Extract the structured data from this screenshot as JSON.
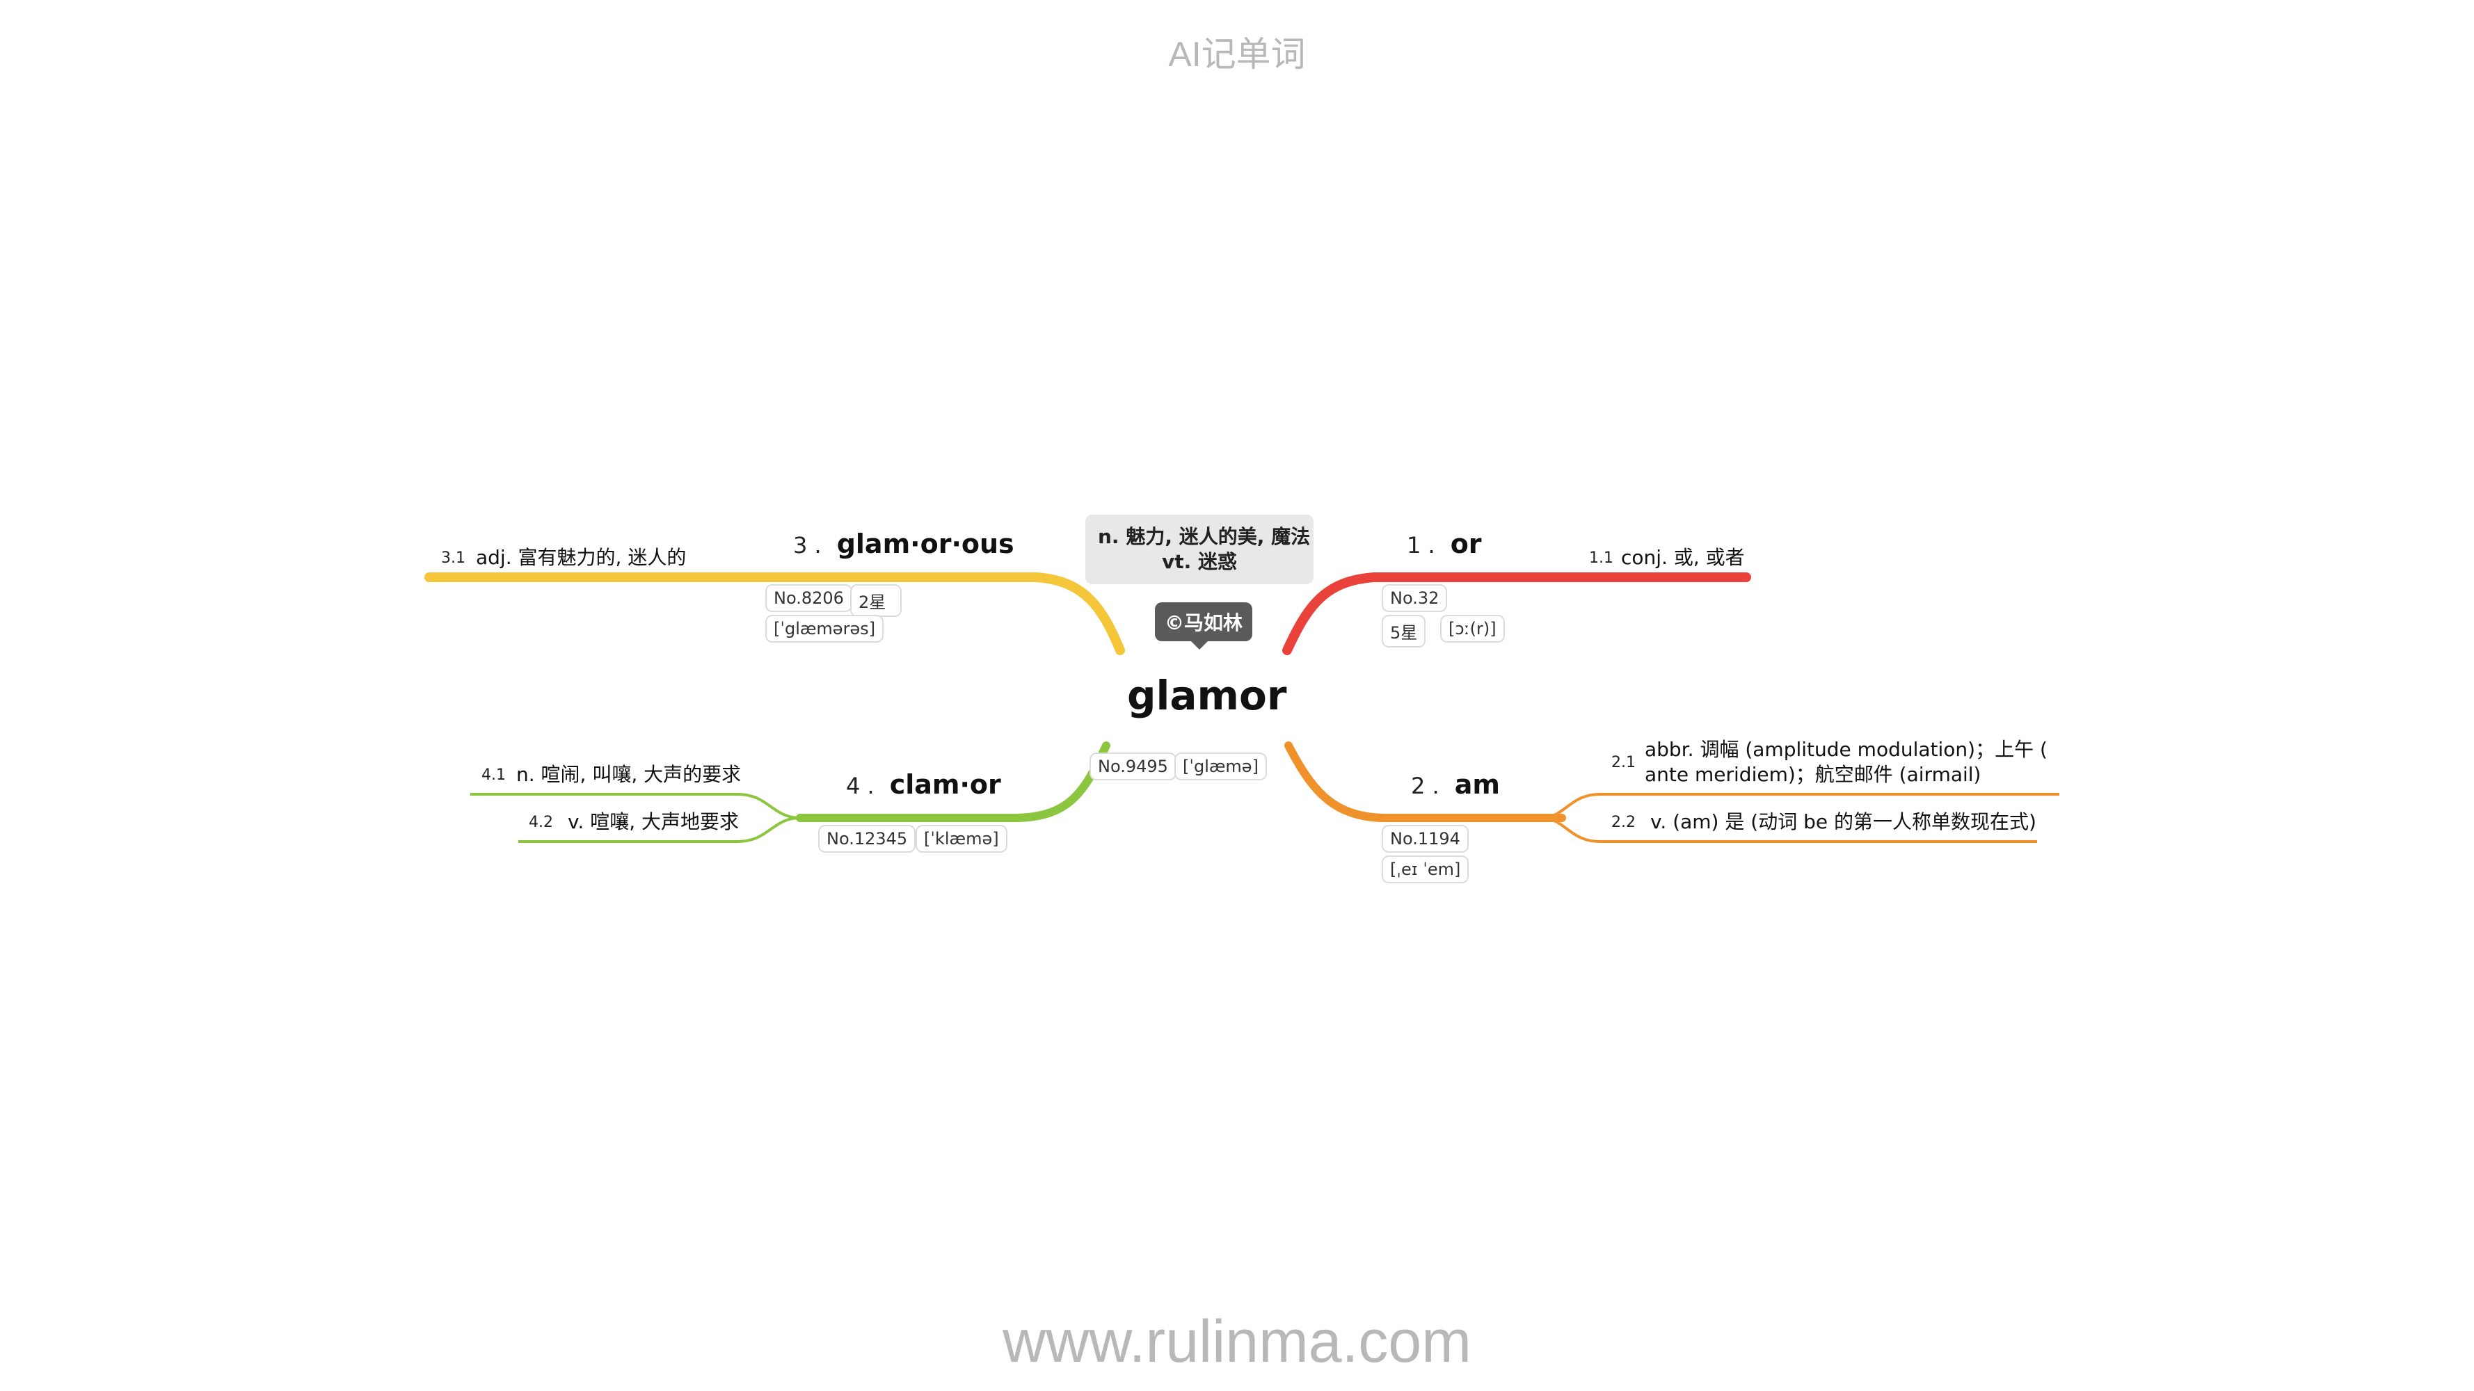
{
  "header": "AI记单词",
  "footer": "www.rulinma.com",
  "center": {
    "word": "glamor",
    "no": "No.9495",
    "phonetic": "[ˈglæmə]",
    "definition_line1": "n. 魅力, 迷人的美, 魔法",
    "definition_line2": "vt. 迷惑",
    "copyright": "©马如林"
  },
  "branches": [
    {
      "num": "1 .",
      "word": "or",
      "color": "#e8423b",
      "tags": [
        "No.32",
        "5星",
        "[ɔː(r)]"
      ],
      "subs": [
        {
          "num": "1.1",
          "text": "conj. 或, 或者"
        }
      ]
    },
    {
      "num": "2 .",
      "word": "am",
      "color": "#f0922c",
      "tags": [
        "No.1194",
        "[ˌeɪ ˈem]"
      ],
      "subs": [
        {
          "num": "2.1",
          "text_line1": "abbr. 调幅 (amplitude modulation)；上午 (",
          "text_line2": "ante meridiem)；航空邮件 (airmail)"
        },
        {
          "num": "2.2",
          "text": "v. (am) 是 (动词 be 的第一人称单数现在式)"
        }
      ]
    },
    {
      "num": "3 .",
      "word": "glam·or·ous",
      "color": "#f5c53a",
      "tags": [
        "No.8206",
        "2星",
        "[ˈglæmərəs]"
      ],
      "subs": [
        {
          "num": "3.1",
          "text": "adj. 富有魅力的, 迷人的"
        }
      ]
    },
    {
      "num": "4 .",
      "word": "clam·or",
      "color": "#8cc63f",
      "tags": [
        "No.12345",
        "[ˈklæmə]"
      ],
      "subs": [
        {
          "num": "4.1",
          "text": "n. 喧闹, 叫嚷, 大声的要求"
        },
        {
          "num": "4.2",
          "text": "v. 喧嚷, 大声地要求"
        }
      ]
    }
  ]
}
